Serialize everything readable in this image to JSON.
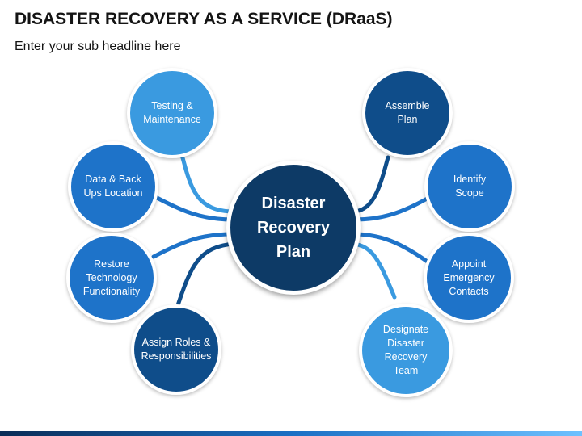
{
  "header": {
    "title": "DISASTER RECOVERY AS A SERVICE (DRaaS)",
    "subtitle": "Enter your sub headline here"
  },
  "center": {
    "label": "Disaster\nRecovery\nPlan",
    "color": "#0d3a66"
  },
  "nodes": {
    "testing": {
      "label": "Testing &\nMaintenance",
      "color": "#3a9ae0"
    },
    "data_backup": {
      "label": "Data & Back\nUps Location",
      "color": "#1e73c9"
    },
    "restore": {
      "label": "Restore\nTechnology\nFunctionality",
      "color": "#1e73c9"
    },
    "assign_roles": {
      "label": "Assign Roles &\nResponsibilities",
      "color": "#0f4d8a"
    },
    "assemble": {
      "label": "Assemble\nPlan",
      "color": "#0f4d8a"
    },
    "identify": {
      "label": "Identify\nScope",
      "color": "#1e73c9"
    },
    "appoint": {
      "label": "Appoint\nEmergency\nContacts",
      "color": "#1e73c9"
    },
    "designate": {
      "label": "Designate\nDisaster\nRecovery\nTeam",
      "color": "#3a9ae0"
    }
  }
}
